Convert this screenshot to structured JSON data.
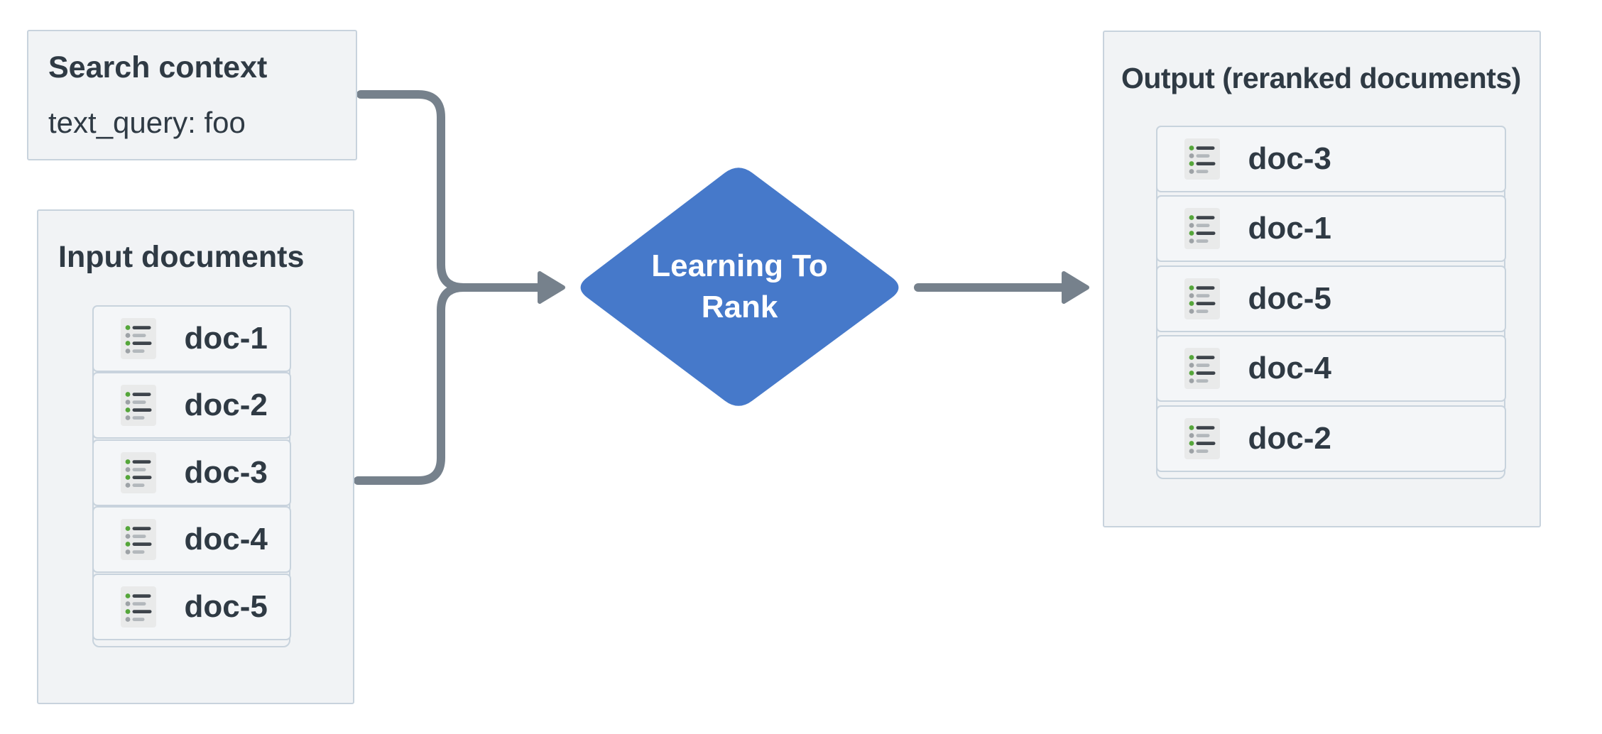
{
  "colors": {
    "diamond": "#4679CA",
    "arrow": "#76818C",
    "box_bg": "#F1F3F5",
    "box_border": "#C8D3DD",
    "row_bg": "#F4F6F8",
    "text": "#2F3A44",
    "icon_bg": "#E9EAEA",
    "icon_green": "#55A63A",
    "icon_gray_dot": "#9DA2A6",
    "icon_dark_line": "#3E444B",
    "icon_gray_line": "#B3B8BC"
  },
  "search_context": {
    "title": "Search context",
    "query": "text_query: foo"
  },
  "input_documents": {
    "title": "Input documents",
    "docs": [
      "doc-1",
      "doc-2",
      "doc-3",
      "doc-4",
      "doc-5"
    ]
  },
  "ranker": {
    "label_line1": "Learning To",
    "label_line2": "Rank"
  },
  "output_documents": {
    "title": "Output (reranked documents)",
    "docs": [
      "doc-3",
      "doc-1",
      "doc-5",
      "doc-4",
      "doc-2"
    ]
  }
}
